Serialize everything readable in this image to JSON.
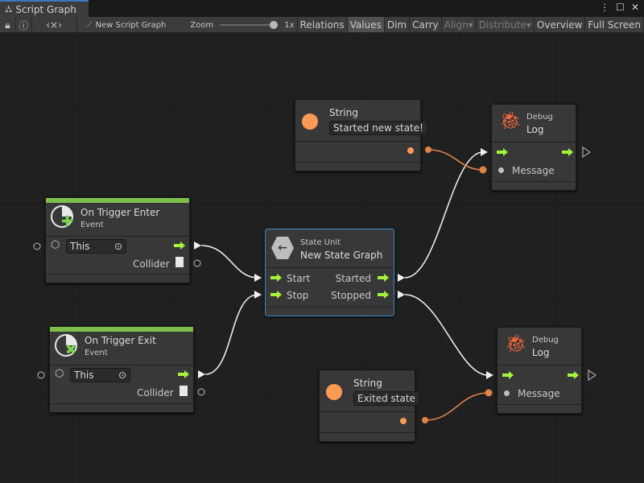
{
  "window": {
    "tab_title": "Script Graph",
    "icons": [
      "hierarchy-icon",
      "more-icon",
      "maximize-icon",
      "close-icon"
    ]
  },
  "toolbar": {
    "graph_name": "New Script Graph",
    "zoom_label": "Zoom",
    "zoom_value": "1x",
    "zoom_level": 1.0,
    "buttons": [
      "Relations",
      "Values",
      "Dim",
      "Carry",
      "Align",
      "Distribute",
      "Overview",
      "Full Screen"
    ],
    "active": "Values",
    "disabled": [
      "Align",
      "Distribute"
    ]
  },
  "colors": {
    "event_bar": "#7cc04b",
    "flow_arrow": "#a6f23c",
    "string_port": "#ff9a56",
    "bug": "#ff6a3a",
    "selection": "#3a8ad0"
  },
  "nodes": {
    "string1": {
      "title": "String",
      "value": "Started new state!"
    },
    "debug1": {
      "subtitle": "Debug",
      "title": "Log",
      "port": "Message"
    },
    "enter": {
      "title": "On Trigger Enter",
      "subtitle": "Event",
      "target": "This",
      "output": "Collider"
    },
    "state": {
      "subtitle": "State Unit",
      "title": "New  State  Graph",
      "in1": "Start",
      "in2": "Stop",
      "out1": "Started",
      "out2": "Stopped"
    },
    "exit": {
      "title": "On Trigger Exit",
      "subtitle": "Event",
      "target": "This",
      "output": "Collider"
    },
    "debug2": {
      "subtitle": "Debug",
      "title": "Log",
      "port": "Message"
    },
    "string2": {
      "title": "String",
      "value": "Exited state"
    }
  }
}
